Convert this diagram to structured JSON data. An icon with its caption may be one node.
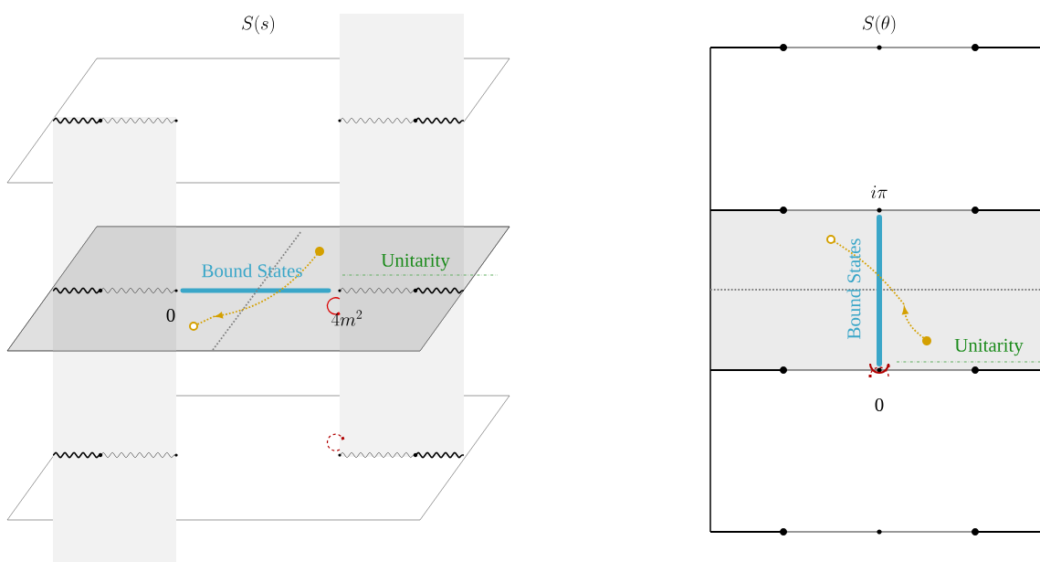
{
  "diagram": {
    "labels": [
      "S(s)",
      "S(\\theta)",
      "i\\pi",
      "Unitarity",
      "Bound States",
      "Bound States",
      "0",
      "4m^2",
      "Unitarity",
      "0"
    ]
  }
}
